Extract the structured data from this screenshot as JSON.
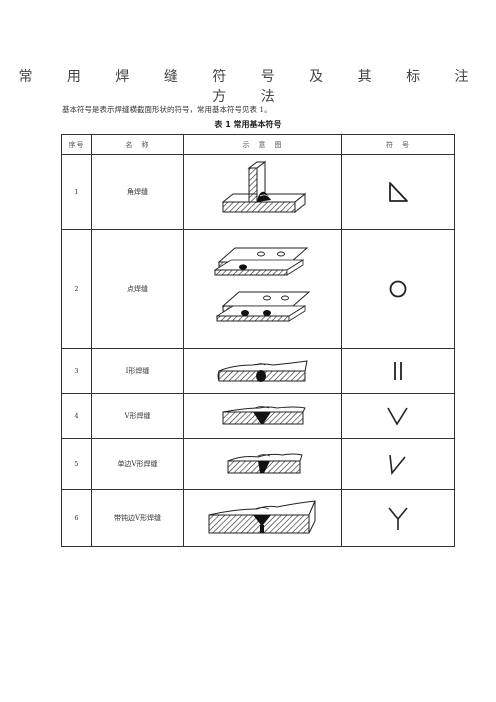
{
  "title": "常 用 焊 缝 符 号 及 其 标 注 方 法",
  "intro": "基本符号是表示焊缝横截面形状的符号，常用基本符号见表 1。",
  "caption": "表 1   常用基本符号",
  "table": {
    "headers": [
      "序号",
      "名　称",
      "示　意　图",
      "符　号"
    ],
    "rows": [
      {
        "num": "1",
        "name": "角焊缝",
        "figure": "fillet-weld-figure",
        "symbol": "fillet-weld-symbol-icon"
      },
      {
        "num": "2",
        "name": "点焊缝",
        "figure": "spot-weld-figure",
        "symbol": "spot-weld-symbol-icon"
      },
      {
        "num": "3",
        "name": "Ⅰ形焊缝",
        "figure": "i-groove-weld-figure",
        "symbol": "i-groove-symbol-icon"
      },
      {
        "num": "4",
        "name": "V形焊缝",
        "figure": "v-groove-weld-figure",
        "symbol": "v-groove-symbol-icon"
      },
      {
        "num": "5",
        "name": "单边V形焊缝",
        "figure": "single-bevel-weld-figure",
        "symbol": "single-bevel-symbol-icon"
      },
      {
        "num": "6",
        "name": "带钝边V形焊缝",
        "figure": "v-root-face-weld-figure",
        "symbol": "v-root-face-symbol-icon"
      }
    ]
  },
  "colors": {
    "ink": "#222222",
    "rule": "#333333"
  }
}
